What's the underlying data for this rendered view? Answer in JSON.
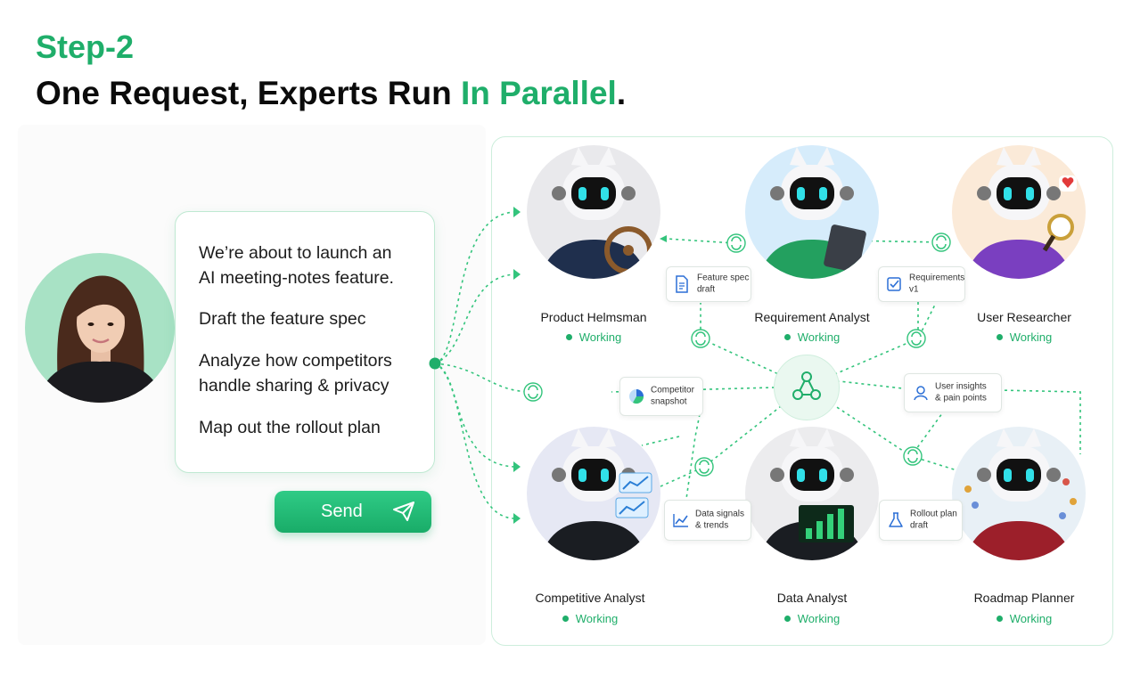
{
  "header": {
    "step": "Step-2",
    "title_main": "One Request, Experts Run ",
    "title_highlight": "In Parallel",
    "title_end": "."
  },
  "request": {
    "lines": [
      "We’re about to launch an",
      "AI meeting-notes feature.",
      "Draft the feature spec",
      "Analyze how competitors",
      "handle sharing & privacy",
      "Map out the rollout plan"
    ],
    "send_label": "Send"
  },
  "agents": [
    {
      "name": "Product Helmsman",
      "status": "Working"
    },
    {
      "name": "Requirement Analyst",
      "status": "Working"
    },
    {
      "name": "User Researcher",
      "status": "Working"
    },
    {
      "name": "Competitive Analyst",
      "status": "Working"
    },
    {
      "name": "Data Analyst",
      "status": "Working"
    },
    {
      "name": "Roadmap Planner",
      "status": "Working"
    }
  ],
  "artifacts": [
    {
      "line1": "Feature spec",
      "line2": "draft"
    },
    {
      "line1": "Requirements",
      "line2": "v1"
    },
    {
      "line1": "Competitor",
      "line2": "snapshot"
    },
    {
      "line1": "User insights",
      "line2": "& pain points"
    },
    {
      "line1": "Data signals",
      "line2": "& trends"
    },
    {
      "line1": "Rollout plan",
      "line2": "draft"
    }
  ],
  "colors": {
    "accent": "#1fae6a",
    "panel_border": "#cdeedc",
    "jacket_navy": "#1f2f4d",
    "jacket_green": "#23a05f",
    "hoodie_purple": "#7a3fc0",
    "jacket_black": "#1a1d22",
    "jacket_red": "#9c1f2a"
  }
}
